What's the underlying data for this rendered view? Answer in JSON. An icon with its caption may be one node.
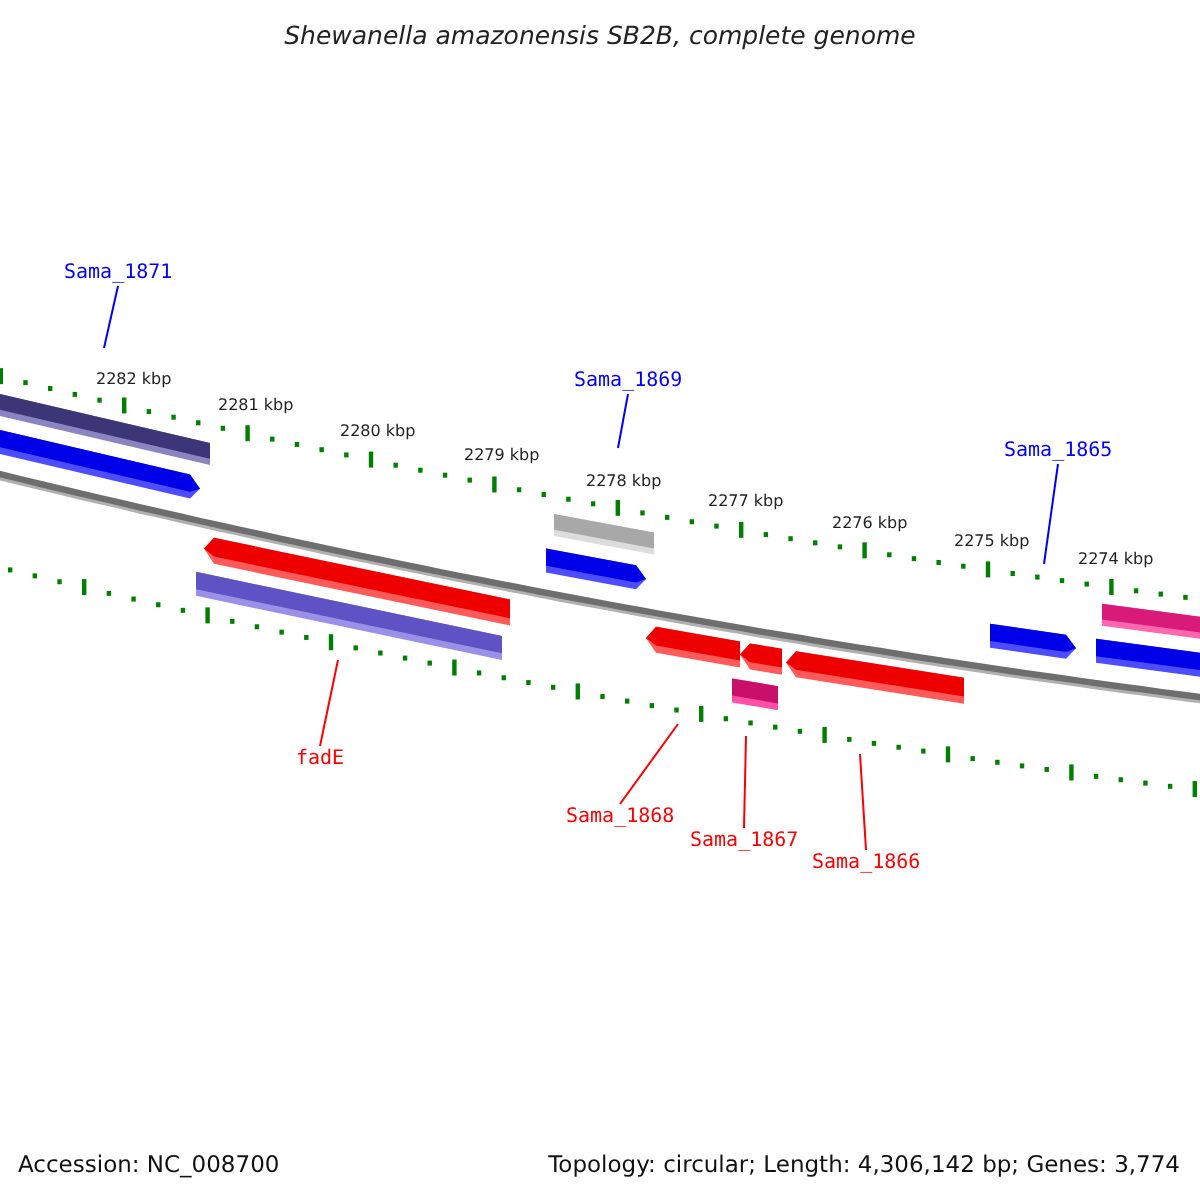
{
  "diagram": {
    "title": "Shewanella amazonensis SB2B, complete genome",
    "nodes": [
      {
        "text": [
          "Sama_1871"
        ]
      },
      {
        "text": [
          "Sama_1869"
        ]
      },
      {
        "text": [
          "Sama_1865"
        ]
      },
      {
        "text": [
          "fadE"
        ]
      },
      {
        "text": [
          "Sama_1868"
        ]
      },
      {
        "text": [
          "Sama_1867"
        ]
      },
      {
        "text": [
          "Sama_1866"
        ]
      }
    ],
    "edges": [
      {
        "from": 0,
        "to": null,
        "arrow": "none",
        "color": "#0000ff"
      },
      {
        "from": 1,
        "to": null,
        "arrow": "none",
        "color": "#0000ff"
      },
      {
        "from": 2,
        "to": null,
        "arrow": "none",
        "color": "#0000ff"
      },
      {
        "from": 3,
        "to": null,
        "arrow": "none"
      },
      {
        "from": 4,
        "to": null,
        "arrow": "none"
      },
      {
        "from": 5,
        "to": null,
        "arrow": "none"
      },
      {
        "from": 6,
        "to": null,
        "arrow": "none"
      }
    ],
    "labels": [
      "2282 kbp",
      "2281 kbp",
      "2280 kbp",
      "2279 kbp",
      "2278 kbp",
      "2277 kbp",
      "2276 kbp",
      "2275 kbp",
      "2274 kbp",
      "Accession: NC_008700",
      "Topology: circular; Length: 4,306,142 bp; Genes: 3,774"
    ]
  }
}
